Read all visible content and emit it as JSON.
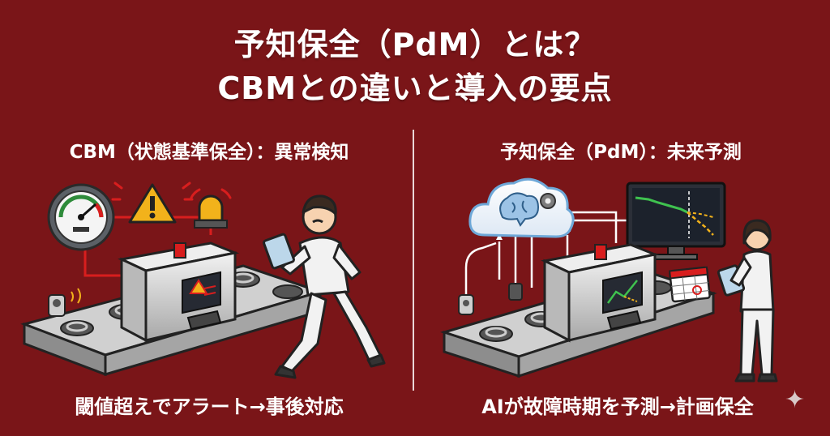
{
  "title": {
    "line1": "予知保全（PdM）とは？",
    "line2": "CBMとの違いと導入の要点"
  },
  "left": {
    "heading": "CBM（状態基準保全）：異常検知",
    "caption": "閾値超えでアラート→事後対応"
  },
  "right": {
    "heading": "予知保全（PdM）：未来予測",
    "caption": "AIが故障時期を予測→計画保全"
  },
  "colors": {
    "background": "#7a1518",
    "alert": "#d81e1e",
    "warning": "#f2b21b",
    "ai_blue": "#6ea8d8"
  },
  "icons": [
    "pressure-gauge-icon",
    "warning-triangle-icon",
    "alarm-lamp-icon",
    "cloud-ai-brain-icon",
    "monitor-chart-icon",
    "calendar-icon",
    "sparkle-icon"
  ]
}
